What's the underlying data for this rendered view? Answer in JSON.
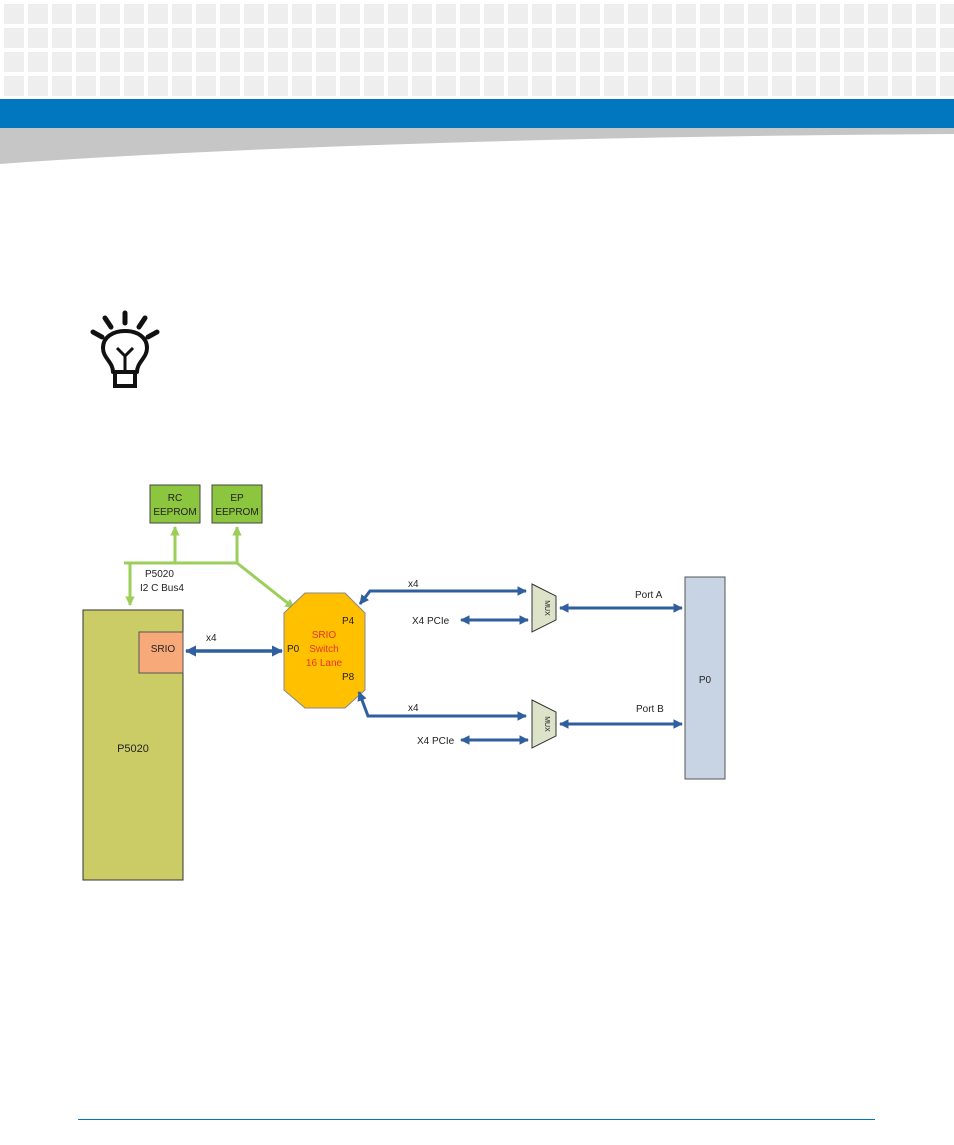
{
  "colors": {
    "header_blue": "#0077bf",
    "eeprom_green": "#8cc63f",
    "i2c_line_green": "#9ccf5a",
    "cpu_olive": "#cccc66",
    "srio_orange": "#f7a97a",
    "switch_orange": "#ffc000",
    "switch_text_red": "#e8332a",
    "mux_beige": "#dde3c8",
    "p0_blue_gray": "#c8d4e4",
    "link_blue": "#2f5f9f"
  },
  "icons": {
    "tip": "lightbulb-icon"
  },
  "diagram": {
    "rc_eeprom": [
      "RC",
      "EEPROM"
    ],
    "ep_eeprom": [
      "EP",
      "EEPROM"
    ],
    "i2c_label": [
      "P5020",
      "I2 C Bus4"
    ],
    "cpu_label": "P5020",
    "srio_label": "SRIO",
    "link_x4_cpu": "x4",
    "switch": {
      "lines": [
        "SRIO",
        "Switch",
        "16 Lane"
      ],
      "port_p0": "P0",
      "port_p4": "P4",
      "port_p8": "P8"
    },
    "link_x4_top": "x4",
    "link_x4_bottom": "x4",
    "pcie_top": "X4 PCIe",
    "pcie_bottom": "X4 PCIe",
    "mux_label": "MUX",
    "port_a": "Port A",
    "port_b": "Port B",
    "p0_connector": "P0"
  }
}
